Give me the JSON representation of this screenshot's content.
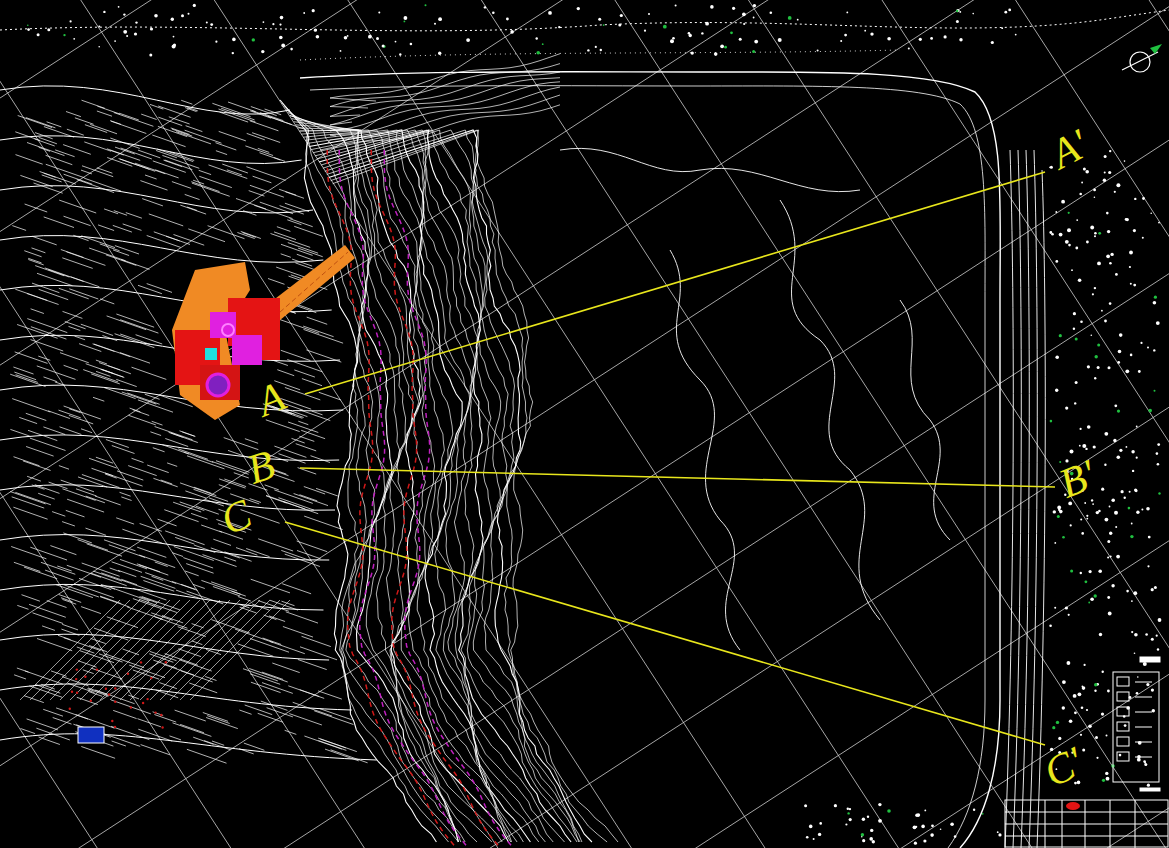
{
  "diagram": {
    "labels": [
      "A'",
      "A",
      "B",
      "B'",
      "C",
      "C'"
    ]
  }
}
